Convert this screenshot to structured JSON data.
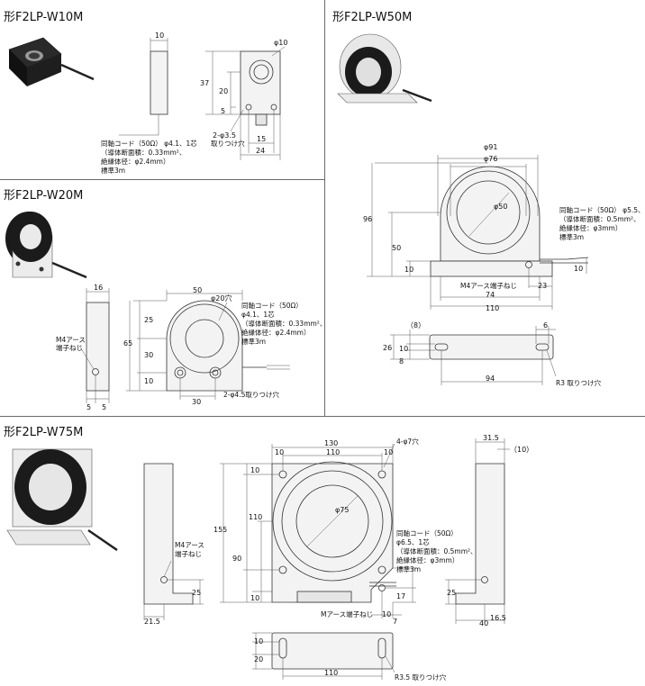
{
  "titles": {
    "w10m": "形F2LP-W10M",
    "w50m": "形F2LP-W50M",
    "w20m": "形F2LP-W20M",
    "w75m": "形F2LP-W75M"
  },
  "w10m": {
    "d_thick": "10",
    "d_hole": "φ10",
    "d_h": "37",
    "d_center": "20",
    "d_edge": "5",
    "d_mount": "2-φ3.5",
    "d_mount2": "取りつけ穴",
    "d_pitch": "15",
    "d_w": "24",
    "cord": [
      "同軸コード（50Ω） φ4.1、1芯",
      "（導体断面積：0.33mm²、",
      "絶縁体径：φ2.4mm）",
      "標準3m"
    ]
  },
  "w20m": {
    "d_thick": "16",
    "d_w": "50",
    "d_hole": "φ20穴",
    "d_h": "65",
    "d_top": "25",
    "d_mid": "30",
    "d_bot": "10",
    "d_pitch": "30",
    "d_side_a": "5",
    "d_side_b": "5",
    "m4": [
      "M4アース",
      "端子ねじ"
    ],
    "mount": "2-φ4.5取りつけ穴",
    "cord": [
      "同軸コード（50Ω）",
      "φ4.1、1芯",
      "（導体断面積：0.33mm²、",
      "絶縁体径：φ2.4mm）",
      "標準3m"
    ]
  },
  "w50m": {
    "d_outer": "φ91",
    "d_ring": "φ76",
    "d_hole": "φ50",
    "d_h": "96",
    "d_center": "50",
    "d_foot": "10",
    "d_cord": "10",
    "d_base": "74",
    "d_w": "110",
    "d_pitch": "23",
    "earth": "M4アース端子ねじ",
    "d_8a": "（8）",
    "d_26": "26",
    "d_10b": "10",
    "d_8b": "8",
    "d_6": "6",
    "d_94": "94",
    "mount": "R3 取りつけ穴",
    "cord": [
      "同軸コード（50Ω） φ5.5、1芯",
      "（導体断面積：0.5mm²、",
      "絶縁体径：φ3mm）",
      "標準3m"
    ]
  },
  "w75m": {
    "d_top_w": "130",
    "d_inner_w": "110",
    "d_10a": "10",
    "d_10b": "10",
    "d_holes": "4-φ7穴",
    "d_10c": "10",
    "d_110v": "110",
    "d_155": "155",
    "d_75": "φ75",
    "d_90": "90",
    "d_10d": "10",
    "d_10e": "10",
    "d_17": "17",
    "d_7": "7",
    "d_25l": "25",
    "d_21_5": "21.5",
    "earth": "Mアース端子ねじ",
    "m4": [
      "M4アース",
      "端子ねじ"
    ],
    "d_31_5": "31.5",
    "d_10p": "（10）",
    "d_25r": "25",
    "d_40": "40",
    "d_16_5": "16.5",
    "d_base10": "10",
    "d_base20": "20",
    "d_base110": "110",
    "mount": "R3.5 取りつけ穴",
    "cord": [
      "同軸コード（50Ω）",
      "φ6.5、1芯",
      "（導体断面積：0.5mm²、",
      "絶縁体径：φ3mm）",
      "標準3m"
    ]
  },
  "colors": {
    "rule": "#6a6a6a",
    "line": "#333333",
    "core": "#1a1a1a"
  }
}
